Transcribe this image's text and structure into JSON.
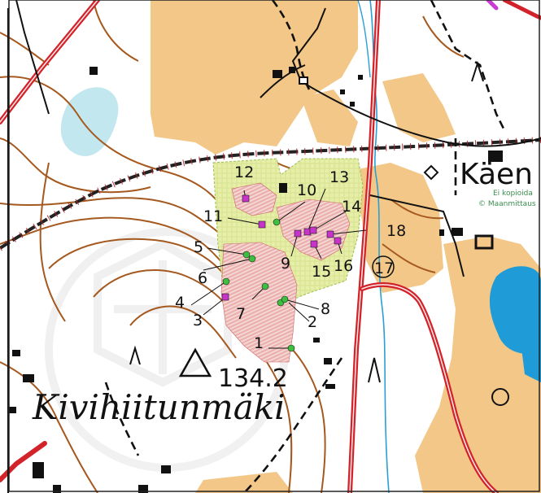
{
  "map": {
    "place_name": "Kivihiitunmäki",
    "village_name": "Käen",
    "elevation": "134.2",
    "footer_note_1": "Ei kopioida",
    "footer_note_2": "© Maanmittaus",
    "colors": {
      "paper": "#ffffff",
      "field": "#f1c585",
      "water": "#bfe7ee",
      "lake": "#1e9ad6",
      "road": "#d3232a",
      "contour": "#a2581f",
      "area_green": "#e4eca6",
      "area_red": "#eaa6a6",
      "point_green": "#3fbf3f",
      "point_magenta": "#c634c9"
    },
    "sample_points": [
      {
        "label": "1",
        "kind": "green"
      },
      {
        "label": "2",
        "kind": "green"
      },
      {
        "label": "3",
        "kind": "magenta"
      },
      {
        "label": "4",
        "kind": "green"
      },
      {
        "label": "5",
        "kind": "green"
      },
      {
        "label": "6",
        "kind": "green"
      },
      {
        "label": "7",
        "kind": "green"
      },
      {
        "label": "8",
        "kind": "green"
      },
      {
        "label": "9",
        "kind": "magenta"
      },
      {
        "label": "10",
        "kind": "green"
      },
      {
        "label": "11",
        "kind": "magenta"
      },
      {
        "label": "12",
        "kind": "magenta"
      },
      {
        "label": "13",
        "kind": "magenta"
      },
      {
        "label": "14",
        "kind": "magenta"
      },
      {
        "label": "15",
        "kind": "magenta"
      },
      {
        "label": "16",
        "kind": "magenta"
      },
      {
        "label": "17",
        "kind": "none"
      },
      {
        "label": "18",
        "kind": "magenta"
      }
    ]
  }
}
